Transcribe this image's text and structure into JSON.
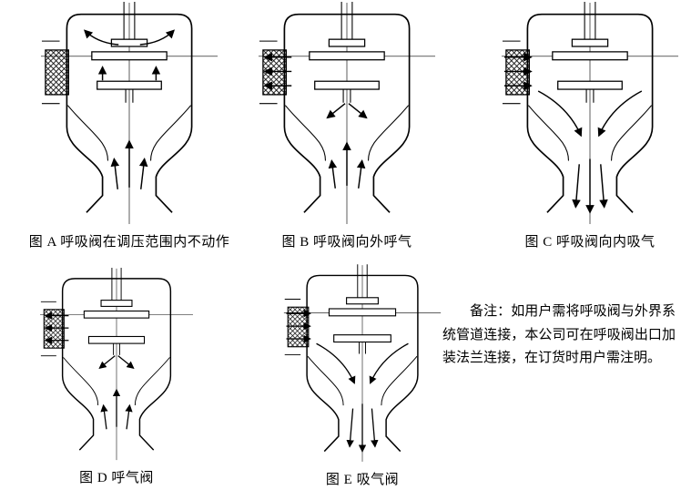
{
  "figures": [
    {
      "id": "A",
      "caption": "图 A 呼吸阀在调压范围内不动作"
    },
    {
      "id": "B",
      "caption": "图 B 呼吸阀向外呼气"
    },
    {
      "id": "C",
      "caption": "图 C 呼吸阀向内吸气"
    },
    {
      "id": "D",
      "caption": "图 D 呼气阀"
    },
    {
      "id": "E",
      "caption": "图 E 吸气阀"
    }
  ],
  "note": "备注：如用户需将呼吸阀与外界系统管道连接，本公司可在呼吸阀出口加装法兰连接，在订货时用户需注明。",
  "colors": {
    "line": "#000000",
    "background": "#ffffff"
  }
}
